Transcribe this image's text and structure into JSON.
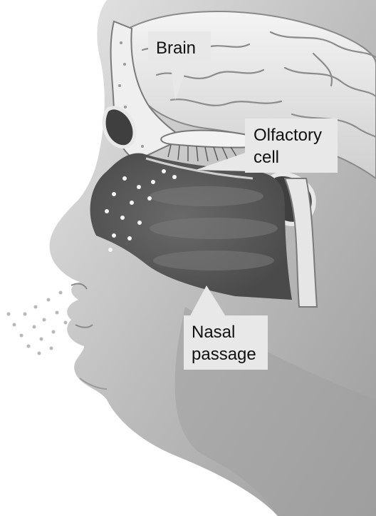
{
  "diagram": {
    "labels": {
      "brain": "Brain",
      "olfactory_line1": "Olfactory",
      "olfactory_line2": "cell",
      "nasal_line1": "Nasal",
      "nasal_line2": "passage"
    },
    "colors": {
      "callout_fill": "#e8e8e8",
      "callout_text": "#111111",
      "skin_light": "#dcdcdc",
      "skin_mid": "#a9a9a9",
      "cavity_dark": "#555555",
      "bone": "#efefef"
    }
  }
}
